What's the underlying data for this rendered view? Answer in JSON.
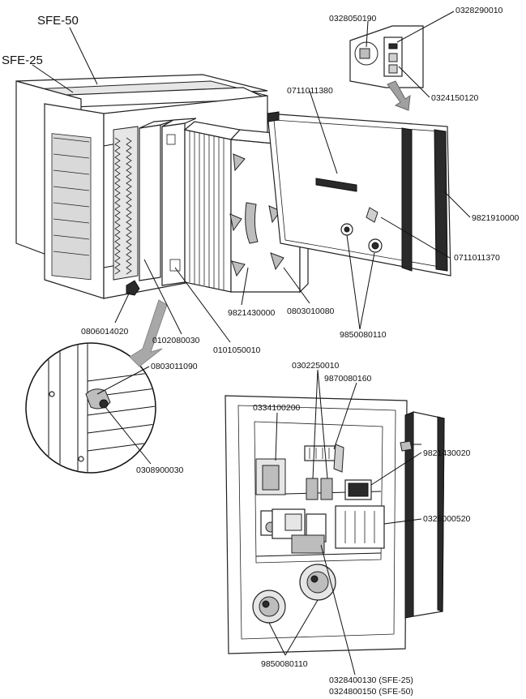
{
  "models": {
    "sfe50": "SFE-50",
    "sfe25": "SFE-25"
  },
  "parts": {
    "p0328050190": "0328050190",
    "p0328290010": "0328290010",
    "p0324150120": "0324150120",
    "p0711011380": "0711011380",
    "p9821910000": "9821910000",
    "p0711011370": "0711011370",
    "p9850080110_top": "9850080110",
    "p0803010080": "0803010080",
    "p9821430000": "9821430000",
    "p0101050010": "0101050010",
    "p0102080030": "0102080030",
    "p0806014020": "0806014020",
    "p0803011090": "0803011090",
    "p0308900030": "0308900030",
    "p0302250010": "0302250010",
    "p0334100200": "0334100200",
    "p9870080160": "9870080160",
    "p9821430020": "9821430020",
    "p0326000520": "0326000520",
    "p9850080110_bottom": "9850080110",
    "p0328400130": "0328400130 (SFE-25)",
    "p0324800150": "0324800150 (SFE-50)"
  }
}
